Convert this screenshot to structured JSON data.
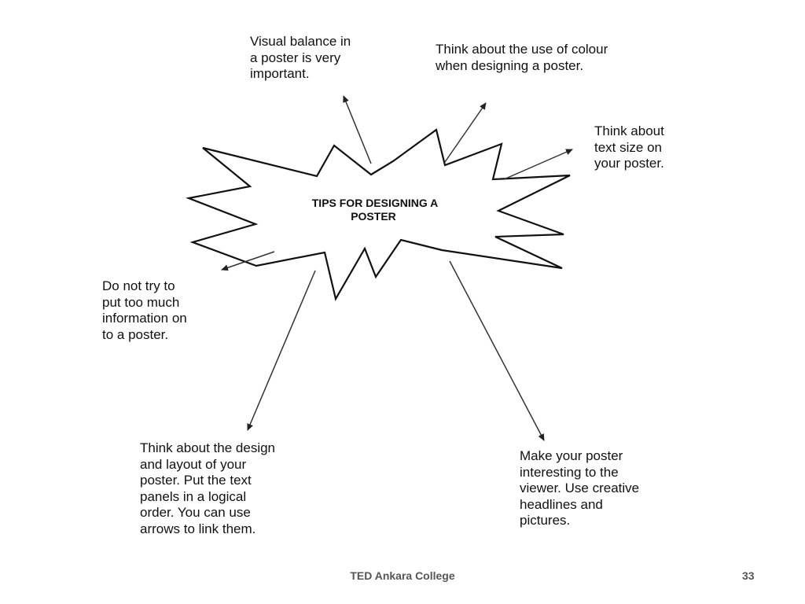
{
  "center": {
    "line1": "TIPS FOR DESIGNING A",
    "line2": "POSTER"
  },
  "tips": {
    "visual_balance": "Visual balance in\na poster is very\nimportant.",
    "colour": "Think about the use of colour\nwhen designing a poster.",
    "text_size": "Think about\ntext size on\nyour poster.",
    "information": "Do not try to\nput too much\ninformation on\nto a poster.",
    "design_layout": "Think about the design\nand layout of your\nposter. Put the text\npanels in a logical\norder. You can use\narrows to link them.",
    "interesting": "Make your poster\ninteresting to the\nviewer. Use creative\nheadlines and\npictures."
  },
  "footer": {
    "organization": "TED Ankara College",
    "page_number": "33"
  }
}
